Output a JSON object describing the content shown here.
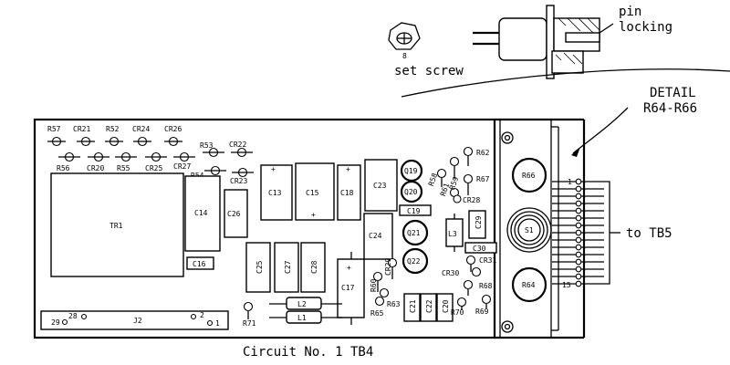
{
  "title": "Circuit No. 1 TB4",
  "detail_label_line1": "DETAIL",
  "detail_label_line2": "R64-R66",
  "callout_pin": "pin",
  "callout_locking": "locking",
  "callout_set_screw": "set screw",
  "to_tb5": "to TB5",
  "large_parts": {
    "TR1": "TR1",
    "C14": "C14",
    "C26": "C26",
    "C13": "C13",
    "C15": "C15",
    "C18": "C18",
    "C23": "C23",
    "C16": "C16",
    "C25": "C25",
    "C27": "C27",
    "C28": "C28",
    "C24": "C24",
    "C17": "C17",
    "L1": "L1",
    "L2": "L2",
    "L3": "L3",
    "C19": "C19",
    "C29": "C29",
    "C30": "C30",
    "C21": "C21",
    "C22": "C22",
    "C20": "C20",
    "Q19": "Q19",
    "Q20": "Q20",
    "Q21": "Q21",
    "Q22": "Q22",
    "R66": "R66",
    "S1": "S1",
    "R64": "R64",
    "J2": "J2"
  },
  "small_labels": {
    "R57": "R57",
    "CR21": "CR21",
    "R52": "R52",
    "CR24": "CR24",
    "CR26": "CR26",
    "R56": "R56",
    "CR20": "CR20",
    "R55": "R55",
    "CR25": "CR25",
    "CR27": "CR27",
    "R53": "R53",
    "CR22": "CR22",
    "R54": "R54",
    "CR23": "CR23",
    "R62": "R62",
    "R58": "R58",
    "R59": "R59",
    "R61": "R61",
    "R67": "R67",
    "CR28": "CR28",
    "CR31": "CR31",
    "CR30": "CR30",
    "R68": "R68",
    "R69": "R69",
    "R70": "R70",
    "R60": "R60",
    "R63": "R63",
    "R65": "R65",
    "R71": "R71",
    "CR29": "CR29",
    "pin1": "1",
    "pin15": "15",
    "j2_28": "28",
    "j2_29": "29",
    "j2_2": "2",
    "j2_1": "1",
    "set_screw_mark": "8"
  }
}
